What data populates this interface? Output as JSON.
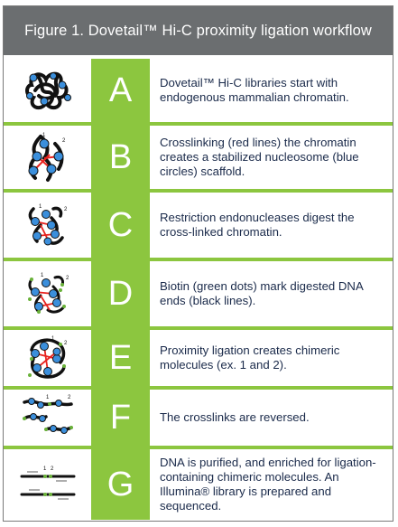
{
  "figure": {
    "title": "Figure 1. Dovetail™ Hi-C proximity ligation workflow",
    "colors": {
      "header": "#6b6e70",
      "accent": "#8cc63f",
      "text": "#1a2a4a",
      "nucleosome": "#3b8fdc",
      "crosslink": "#e8231f",
      "biotin": "#6ab23a"
    },
    "steps": [
      {
        "letter": "A",
        "icon": "chromatin-cluster-icon",
        "text": "Dovetail™ Hi-C libraries start with endogenous mammalian chromatin."
      },
      {
        "letter": "B",
        "icon": "crosslinked-chromatin-icon",
        "label1": "1",
        "label2": "2",
        "text": "Crosslinking (red lines) the chromatin creates a stabilized nucleosome (blue circles) scaffold."
      },
      {
        "letter": "C",
        "icon": "digested-chromatin-icon",
        "label1": "1",
        "label2": "2",
        "text": "Restriction endonucleases digest the cross-linked chromatin."
      },
      {
        "letter": "D",
        "icon": "biotin-labeled-ends-icon",
        "label1": "1",
        "label2": "2",
        "text": "Biotin (green dots) mark digested DNA ends (black lines)."
      },
      {
        "letter": "E",
        "icon": "proximity-ligation-icon",
        "label1": "1",
        "label2": "2",
        "text": "Proximity ligation creates chimeric molecules (ex. 1 and 2)."
      },
      {
        "letter": "F",
        "icon": "reversed-crosslinks-icon",
        "label1": "1",
        "label2": "2",
        "text": "The crosslinks are reversed."
      },
      {
        "letter": "G",
        "icon": "purified-dna-icon",
        "label1": "1",
        "label2": "2",
        "text": "DNA is purified, and enriched for ligation-containing chimeric molecules. An Illumina® library is prepared and sequenced."
      }
    ]
  }
}
